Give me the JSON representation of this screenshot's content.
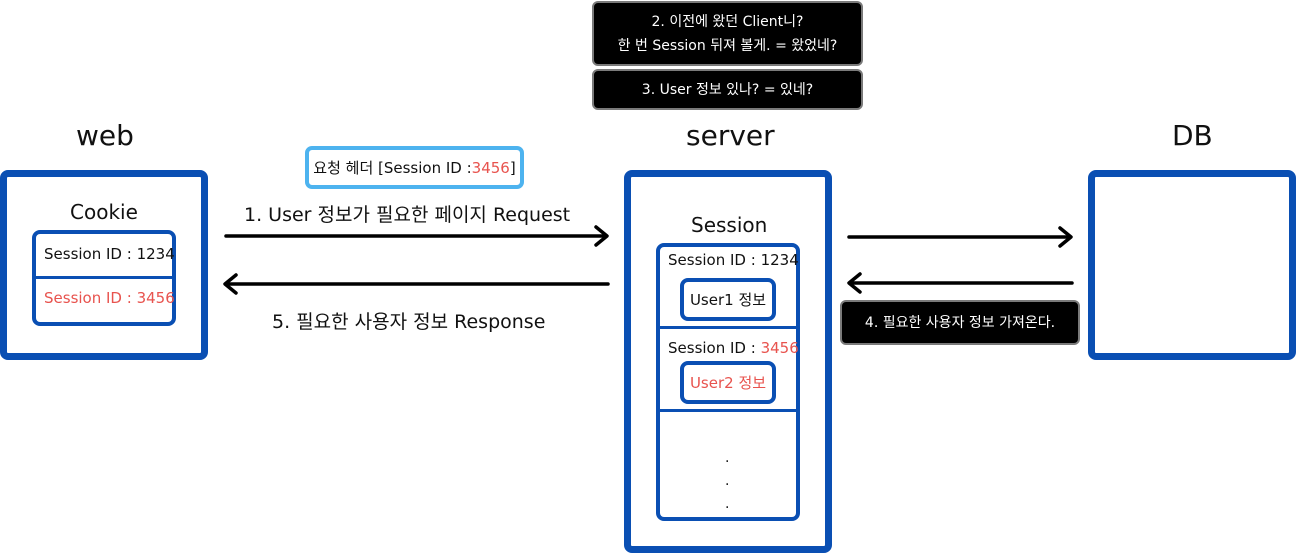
{
  "nodes": {
    "web": {
      "title": "web",
      "cookie_title": "Cookie",
      "cookie_rows": [
        "Session ID : 1234",
        "Session ID : 3456"
      ]
    },
    "server": {
      "title": "server",
      "session_title": "Session",
      "sessions": [
        {
          "id_label": "Session ID : ",
          "id_value": "1234",
          "user_label": "User1 정보"
        },
        {
          "id_label": "Session ID : ",
          "id_value": "3456",
          "user_label": "User2 정보"
        }
      ],
      "ellipsis": ".\n.\n."
    },
    "db": {
      "title": "DB"
    }
  },
  "notes": {
    "step2_line1": "2. 이전에 왔던 Client니?",
    "step2_line2": "한 번 Session 뒤져 볼게. = 왔었네?",
    "step3": "3. User 정보 있나? = 있네?",
    "step4": "4. 필요한 사용자 정보 가져온다."
  },
  "request_header": {
    "prefix": "요청 헤더 [Session ID : ",
    "value": "3456",
    "suffix": "]"
  },
  "arrows": {
    "step1": "1. User 정보가 필요한 페이지 Request",
    "step5": "5. 필요한 사용자 정보 Response"
  },
  "colors": {
    "box_border": "#0a4fb3",
    "highlight": "#e8534e",
    "header_border": "#4db3ef",
    "note_bg": "#000000"
  }
}
